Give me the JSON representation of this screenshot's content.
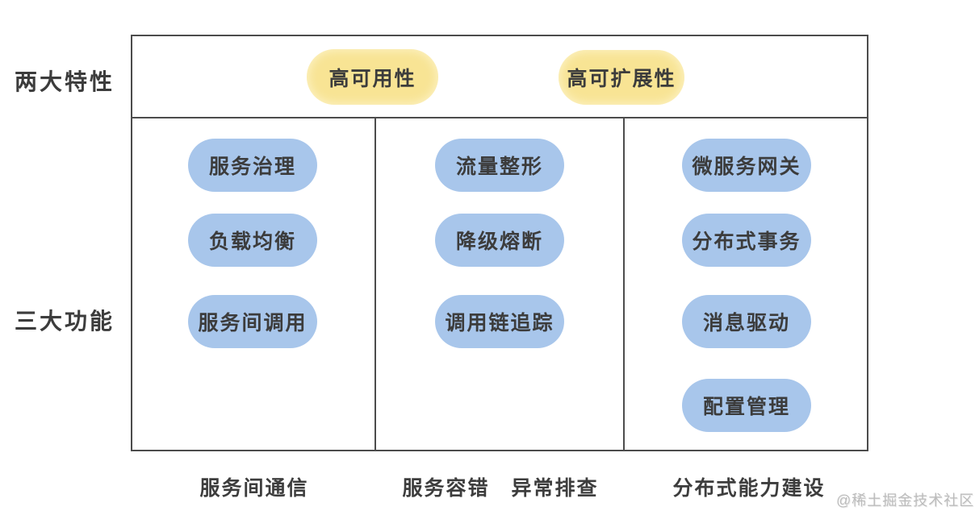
{
  "diagram": {
    "row_labels": {
      "features": "两大特性",
      "functions": "三大功能"
    },
    "features": [
      {
        "label": "高可用性"
      },
      {
        "label": "高可扩展性"
      }
    ],
    "columns": [
      {
        "footer": "服务间通信",
        "items": [
          {
            "label": "服务治理"
          },
          {
            "label": "负载均衡"
          },
          {
            "label": "服务间调用"
          }
        ]
      },
      {
        "footer": "服务容错　异常排查",
        "items": [
          {
            "label": "流量整形"
          },
          {
            "label": "降级熔断"
          },
          {
            "label": "调用链追踪"
          }
        ]
      },
      {
        "footer": "分布式能力建设",
        "items": [
          {
            "label": "微服务网关"
          },
          {
            "label": "分布式事务"
          },
          {
            "label": "消息驱动"
          },
          {
            "label": "配置管理"
          }
        ]
      }
    ],
    "watermark": "@稀土掘金技术社区",
    "colors": {
      "feature_pill": "#f8e494",
      "function_pill": "#a8c6eb",
      "border": "#4c4c4c",
      "text": "#3c3c3c",
      "watermark": "#bcbcbc"
    }
  }
}
